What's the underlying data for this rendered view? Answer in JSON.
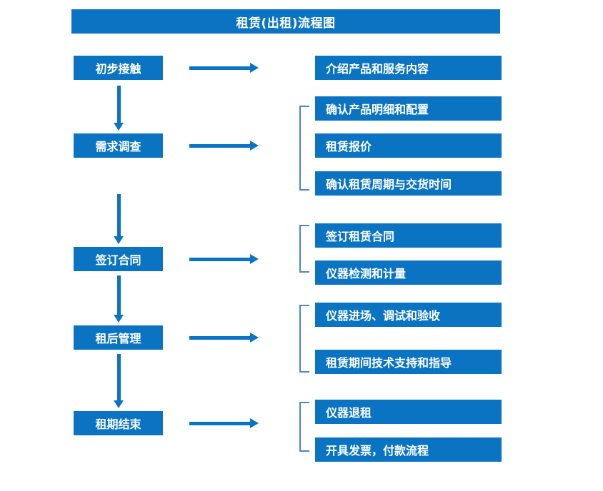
{
  "diagram": {
    "title": "租赁(出租)流程图",
    "colors": {
      "box_fill": "#0A74C2",
      "box_text": "#FFFFFF",
      "arrow": "#0A74C2",
      "bracket": "#4E86C0",
      "background": "#FFFFFF"
    },
    "stages": [
      {
        "id": "stage-1",
        "label": "初步接触"
      },
      {
        "id": "stage-2",
        "label": "需求调查"
      },
      {
        "id": "stage-3",
        "label": "签订合同"
      },
      {
        "id": "stage-4",
        "label": "租后管理"
      },
      {
        "id": "stage-5",
        "label": "租期结束"
      }
    ],
    "details": [
      {
        "id": "detail-1-1",
        "label": "介绍产品和服务内容",
        "group": 1
      },
      {
        "id": "detail-2-1",
        "label": "确认产品明细和配置",
        "group": 2
      },
      {
        "id": "detail-2-2",
        "label": "租赁报价",
        "group": 2
      },
      {
        "id": "detail-2-3",
        "label": "确认租赁周期与交货时间",
        "group": 2
      },
      {
        "id": "detail-3-1",
        "label": "签订租赁合同",
        "group": 3
      },
      {
        "id": "detail-3-2",
        "label": "仪器检测和计量",
        "group": 3
      },
      {
        "id": "detail-4-1",
        "label": "仪器进场、调试和验收",
        "group": 4
      },
      {
        "id": "detail-4-2",
        "label": "租赁期间技术支持和指导",
        "group": 4
      },
      {
        "id": "detail-5-1",
        "label": "仪器退租",
        "group": 5
      },
      {
        "id": "detail-5-2",
        "label": "开具发票，付款流程",
        "group": 5
      }
    ],
    "flow_connections": [
      {
        "from": "初步接触",
        "to": "需求调查",
        "type": "vertical-arrow"
      },
      {
        "from": "需求调查",
        "to": "签订合同",
        "type": "vertical-arrow"
      },
      {
        "from": "签订合同",
        "to": "租后管理",
        "type": "vertical-arrow"
      },
      {
        "from": "租后管理",
        "to": "租期结束",
        "type": "vertical-arrow"
      },
      {
        "from": "初步接触",
        "to": "介绍产品和服务内容",
        "type": "horizontal-arrow"
      },
      {
        "from": "需求调查",
        "to": "确认产品明细和配置 / 租赁报价 / 确认租赁周期与交货时间",
        "type": "horizontal-arrow"
      },
      {
        "from": "签订合同",
        "to": "签订租赁合同 / 仪器检测和计量",
        "type": "horizontal-arrow"
      },
      {
        "from": "租后管理",
        "to": "仪器进场、调试和验收 / 租赁期间技术支持和指导",
        "type": "horizontal-arrow"
      },
      {
        "from": "租期结束",
        "to": "仪器退租 / 开具发票，付款流程",
        "type": "horizontal-arrow"
      }
    ]
  }
}
